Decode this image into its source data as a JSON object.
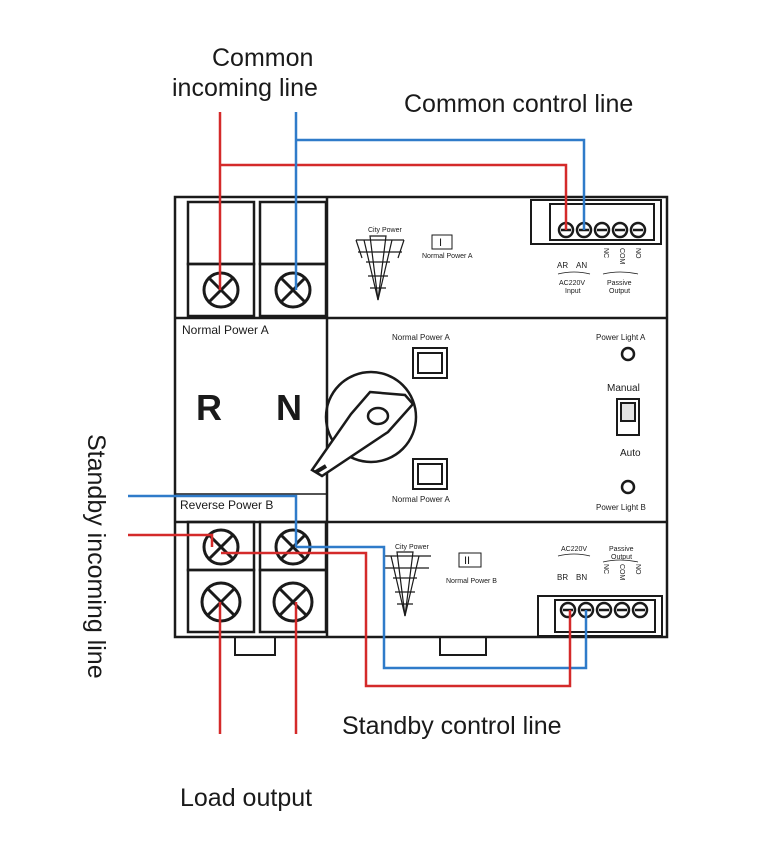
{
  "labels": {
    "common_incoming_line_1": "Common",
    "common_incoming_line_2": "incoming line",
    "common_control_line": "Common control line",
    "standby_incoming_line": "Standby incoming line",
    "standby_control_line": "Standby control line",
    "load_output": "Load output"
  },
  "device": {
    "normal_power_a_label": "Normal Power A",
    "reverse_power_b_label": "Reverse Power B",
    "r_label": "R",
    "n_label": "N",
    "top_switch_label": "Normal Power A",
    "bottom_switch_label": "Normal Power A",
    "power_light_a": "Power Light A",
    "power_light_b": "Power Light B",
    "manual": "Manual",
    "auto": "Auto",
    "top_module": {
      "city_power": "City Power",
      "roman": "I",
      "normal_power": "Normal Power A",
      "ar": "AR",
      "an": "AN",
      "nc": "NC",
      "com": "COM",
      "no": "NO",
      "input_1": "AC220V",
      "input_2": "Input",
      "passive_1": "Passive",
      "passive_2": "Output"
    },
    "bottom_module": {
      "city_power": "City Power",
      "roman": "II",
      "normal_power": "Normal Power B",
      "ac220v": "AC220V",
      "br": "BR",
      "bn": "BN",
      "passive_1": "Passive",
      "passive_2": "Output",
      "nc": "NC",
      "com": "COM",
      "no": "NO"
    }
  },
  "colors": {
    "live_wire": "#d42a2a",
    "neutral_wire": "#2f7bc9",
    "outline": "#1a1a1a"
  }
}
